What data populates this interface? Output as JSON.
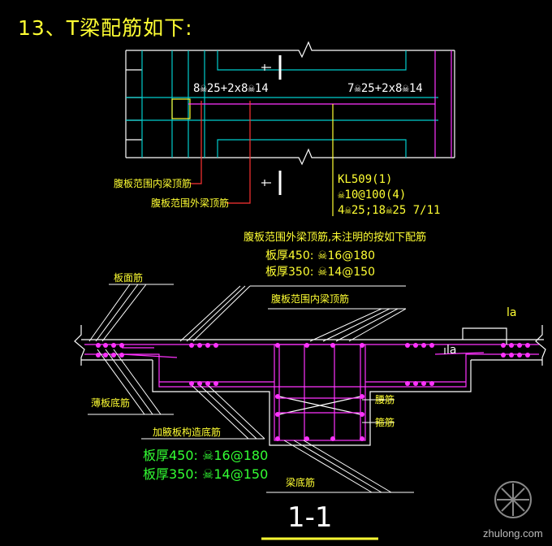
{
  "title": "13、T梁配筋如下:",
  "plan": {
    "left_rebar": "8☠25+2x8☠14",
    "right_rebar": "7☠25+2x8☠14",
    "label_inner": "腹板范围内梁顶筋",
    "label_outer": "腹板范围外梁顶筋",
    "kl_line1": "KL509(1)",
    "kl_line2": "☠10@100(4)",
    "kl_line3": "4☠25;18☠25 7/11"
  },
  "section": {
    "note_header": "腹板范围外梁顶筋,未注明的按如下配筋",
    "note_450": "板厚450: ☠16@180",
    "note_350": "板厚350: ☠14@150",
    "label_slab_top": "板面筋",
    "label_inner_top": "腹板范围内梁顶筋",
    "label_la_top": "la",
    "label_la_mid": "la",
    "label_thin_bottom": "薄板底筋",
    "label_haunch": "加腋板构造底筋",
    "haunch_450": "板厚450: ☠16@180",
    "haunch_350": "板厚350: ☠14@150",
    "label_waist": "腰筋",
    "label_stirrup": "箍筋",
    "label_beam_bottom": "梁底筋",
    "section_mark": "1-1"
  },
  "watermark": "zhulong.com",
  "colors": {
    "background": "#000000",
    "text_yellow": "#ffff33",
    "text_green": "#33ff33",
    "magenta": "#ff33ff",
    "cyan": "#00cccc",
    "red": "#ff3333",
    "white": "#ffffff"
  }
}
